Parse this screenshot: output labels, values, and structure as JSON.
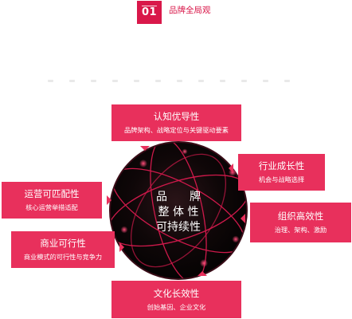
{
  "header": {
    "badge": "01",
    "title": "品牌全局观"
  },
  "core": {
    "line1": "品　　牌",
    "line2": "整 体 性",
    "line3": "可持续性"
  },
  "callouts": {
    "top": {
      "title": "认知优导性",
      "subtitle": "品牌架构、战略定位与关键驱动要素"
    },
    "right1": {
      "title": "行业成长性",
      "subtitle": "机会与战略选择"
    },
    "right2": {
      "title": "组织高效性",
      "subtitle": "治理、架构、激励"
    },
    "left1": {
      "title": "运营可匹配性",
      "subtitle": "核心运营举措适配"
    },
    "left2": {
      "title": "商业可行性",
      "subtitle": "商业模式的可行性与竞争力"
    },
    "bottom": {
      "title": "文化长效性",
      "subtitle": "创始基因、企业文化"
    }
  },
  "colors": {
    "accent": "#e8305c",
    "badge": "#d9184a",
    "core": "#0a0708",
    "orbit": "#d81b4f"
  }
}
